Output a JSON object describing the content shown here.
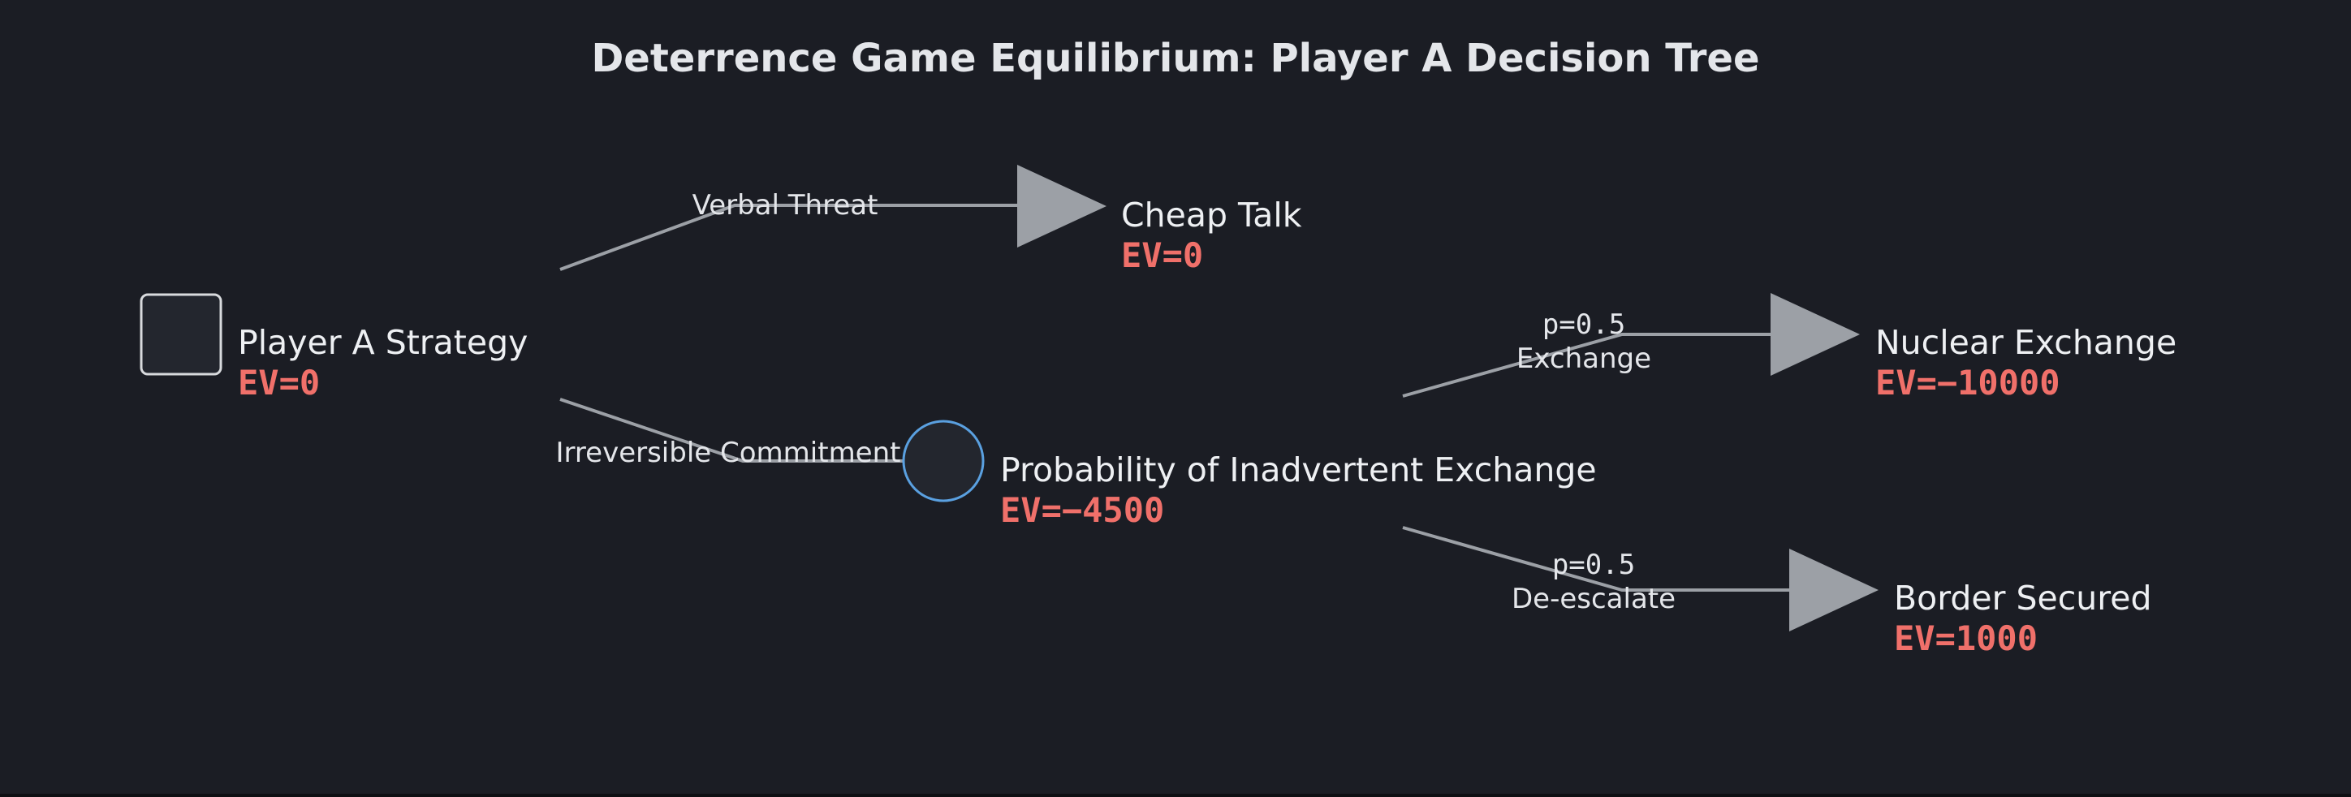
{
  "title": "Deterrence Game Equilibrium: Player A Decision Tree",
  "colors": {
    "background": "#1b1d24",
    "edge": "#9ca0a6",
    "terminal": "#9ca0a6",
    "decision_node_border": "#d8dadd",
    "chance_node_border": "#5aa0e0",
    "ev_text": "#f0706a"
  },
  "nodes": {
    "root": {
      "label": "Player A Strategy",
      "ev": "EV=0",
      "shape": "decision-square"
    },
    "cheap_talk": {
      "label": "Cheap Talk",
      "ev": "EV=0",
      "shape": "terminal-triangle"
    },
    "chance": {
      "label": "Probability of Inadvertent Exchange",
      "ev": "EV=−4500",
      "shape": "chance-circle"
    },
    "nuclear": {
      "label": "Nuclear Exchange",
      "ev": "EV=−10000",
      "shape": "terminal-triangle"
    },
    "border": {
      "label": "Border Secured",
      "ev": "EV=1000",
      "shape": "terminal-triangle"
    }
  },
  "edges": {
    "verbal_threat": {
      "label": "Verbal Threat"
    },
    "commitment": {
      "label": "Irreversible Commitment"
    },
    "exchange": {
      "label": "Exchange",
      "probability": "p=0.5"
    },
    "deescalate": {
      "label": "De-escalate",
      "probability": "p=0.5"
    }
  }
}
